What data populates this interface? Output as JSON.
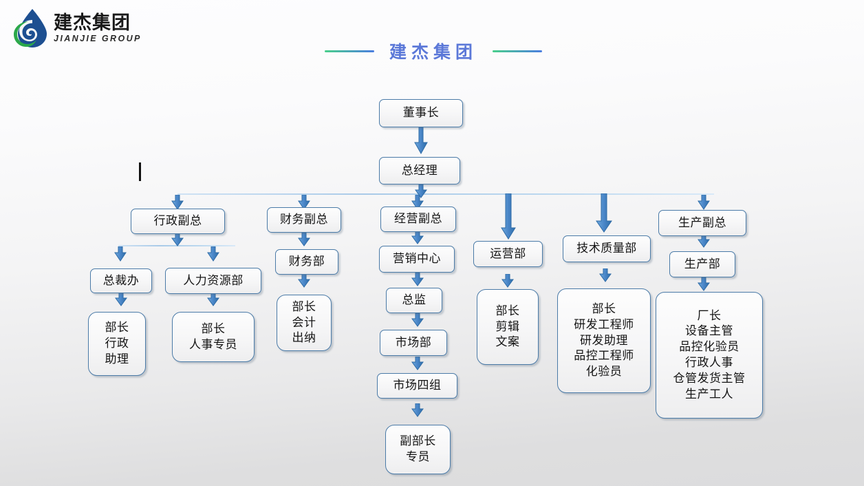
{
  "header": {
    "logo_cn": "建杰集团",
    "logo_en": "JIANJIE GROUP",
    "logo_icon": "water-drop-logo",
    "title": "建杰集团",
    "title_color": "#5b78d8",
    "rule_gradient_from": "#49cf8b",
    "rule_gradient_to": "#4a7de0"
  },
  "theme": {
    "node_border": "#4a7aa7",
    "arrow_fill": "#4a86c8",
    "arrow_stroke": "#2e6ba6",
    "connector_line": "#a9cae8",
    "background_top": "#fdfdfe",
    "background_bottom": "#dcdcdd"
  },
  "chart_data": {
    "type": "org-chart",
    "title": "建杰集团",
    "root": "董事长",
    "nodes": [
      {
        "id": "chairman",
        "label": "董事长"
      },
      {
        "id": "general-manager",
        "label": "总经理"
      },
      {
        "id": "admin-vp",
        "label": "行政副总"
      },
      {
        "id": "finance-vp",
        "label": "财务副总"
      },
      {
        "id": "business-vp",
        "label": "经营副总"
      },
      {
        "id": "operations-dept",
        "label": "运营部"
      },
      {
        "id": "tech-quality-dept",
        "label": "技术质量部"
      },
      {
        "id": "production-vp",
        "label": "生产副总"
      },
      {
        "id": "president-office",
        "label": "总裁办"
      },
      {
        "id": "hr-dept",
        "label": "人力资源部"
      },
      {
        "id": "finance-dept",
        "label": "财务部"
      },
      {
        "id": "marketing-center",
        "label": "营销中心"
      },
      {
        "id": "director",
        "label": "总监"
      },
      {
        "id": "market-dept",
        "label": "市场部"
      },
      {
        "id": "market-group-4",
        "label": "市场四组"
      },
      {
        "id": "production-dept",
        "label": "生产部"
      },
      {
        "id": "admin-roles",
        "label": "部长\n行政\n助理"
      },
      {
        "id": "hr-roles",
        "label": "部长\n人事专员"
      },
      {
        "id": "finance-roles",
        "label": "部长\n会计\n出纳"
      },
      {
        "id": "market-roles",
        "label": "副部长\n专员"
      },
      {
        "id": "operations-roles",
        "label": "部长\n剪辑\n文案"
      },
      {
        "id": "tech-roles",
        "label": "部长\n研发工程师\n研发助理\n品控工程师\n化验员"
      },
      {
        "id": "production-roles",
        "label": "厂长\n设备主管\n品控化验员\n行政人事\n仓管发货主管\n生产工人"
      }
    ],
    "edges": [
      {
        "from": "chairman",
        "to": "general-manager"
      },
      {
        "from": "general-manager",
        "to": "admin-vp"
      },
      {
        "from": "general-manager",
        "to": "finance-vp"
      },
      {
        "from": "general-manager",
        "to": "business-vp"
      },
      {
        "from": "general-manager",
        "to": "operations-dept"
      },
      {
        "from": "general-manager",
        "to": "tech-quality-dept"
      },
      {
        "from": "general-manager",
        "to": "production-vp"
      },
      {
        "from": "admin-vp",
        "to": "president-office"
      },
      {
        "from": "admin-vp",
        "to": "hr-dept"
      },
      {
        "from": "finance-vp",
        "to": "finance-dept"
      },
      {
        "from": "business-vp",
        "to": "marketing-center"
      },
      {
        "from": "marketing-center",
        "to": "director"
      },
      {
        "from": "director",
        "to": "market-dept"
      },
      {
        "from": "market-dept",
        "to": "market-group-4"
      },
      {
        "from": "market-group-4",
        "to": "market-roles"
      },
      {
        "from": "president-office",
        "to": "admin-roles"
      },
      {
        "from": "hr-dept",
        "to": "hr-roles"
      },
      {
        "from": "finance-dept",
        "to": "finance-roles"
      },
      {
        "from": "operations-dept",
        "to": "operations-roles"
      },
      {
        "from": "tech-quality-dept",
        "to": "tech-roles"
      },
      {
        "from": "production-vp",
        "to": "production-dept"
      },
      {
        "from": "production-dept",
        "to": "production-roles"
      }
    ]
  }
}
